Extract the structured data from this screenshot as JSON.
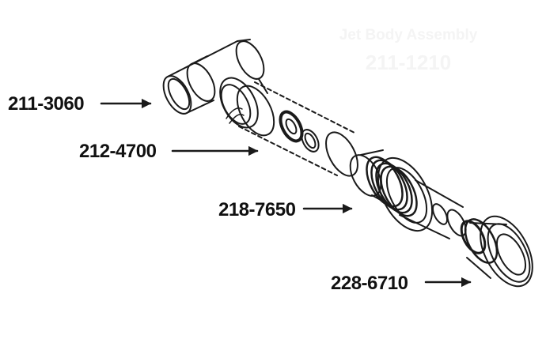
{
  "diagram": {
    "watermark": {
      "title": "Jet Body Assembly",
      "code": "211-1210"
    },
    "parts": [
      {
        "id": "tee-fitting",
        "number": "211-3060"
      },
      {
        "id": "clear-tube",
        "number": "212-4700"
      },
      {
        "id": "wall-fitting",
        "number": "218-7650"
      },
      {
        "id": "escutcheon-nozzle",
        "number": "228-6710"
      }
    ],
    "colors": {
      "line": "#1a1a1a",
      "label": "#111111",
      "background": "#ffffff"
    }
  }
}
